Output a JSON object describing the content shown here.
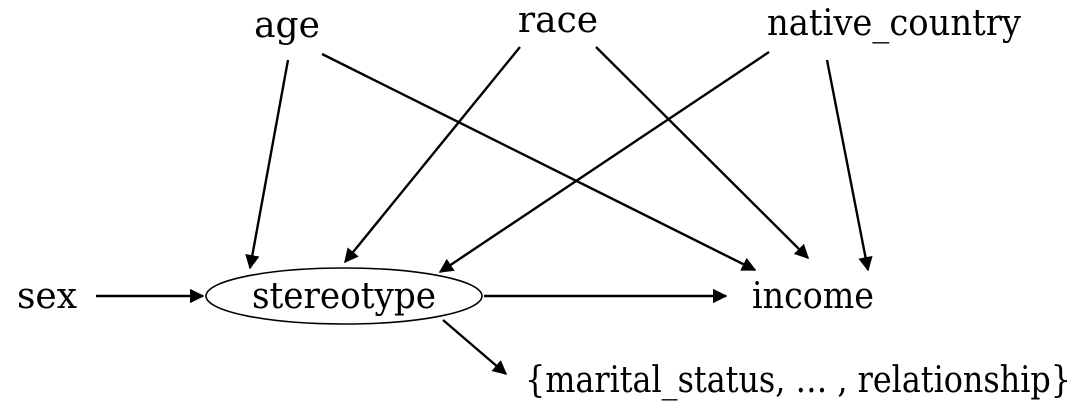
{
  "nodes": {
    "age": "age",
    "race": "race",
    "native_country": "native_country",
    "sex": "sex",
    "stereotype": "stereotype",
    "income": "income",
    "outcomes": "{marital_status, … , relationship}"
  },
  "edges": [
    {
      "from": "age",
      "to": "stereotype"
    },
    {
      "from": "age",
      "to": "income"
    },
    {
      "from": "race",
      "to": "stereotype"
    },
    {
      "from": "race",
      "to": "income"
    },
    {
      "from": "native_country",
      "to": "stereotype"
    },
    {
      "from": "native_country",
      "to": "income"
    },
    {
      "from": "sex",
      "to": "stereotype"
    },
    {
      "from": "stereotype",
      "to": "income"
    },
    {
      "from": "stereotype",
      "to": "outcomes"
    }
  ]
}
